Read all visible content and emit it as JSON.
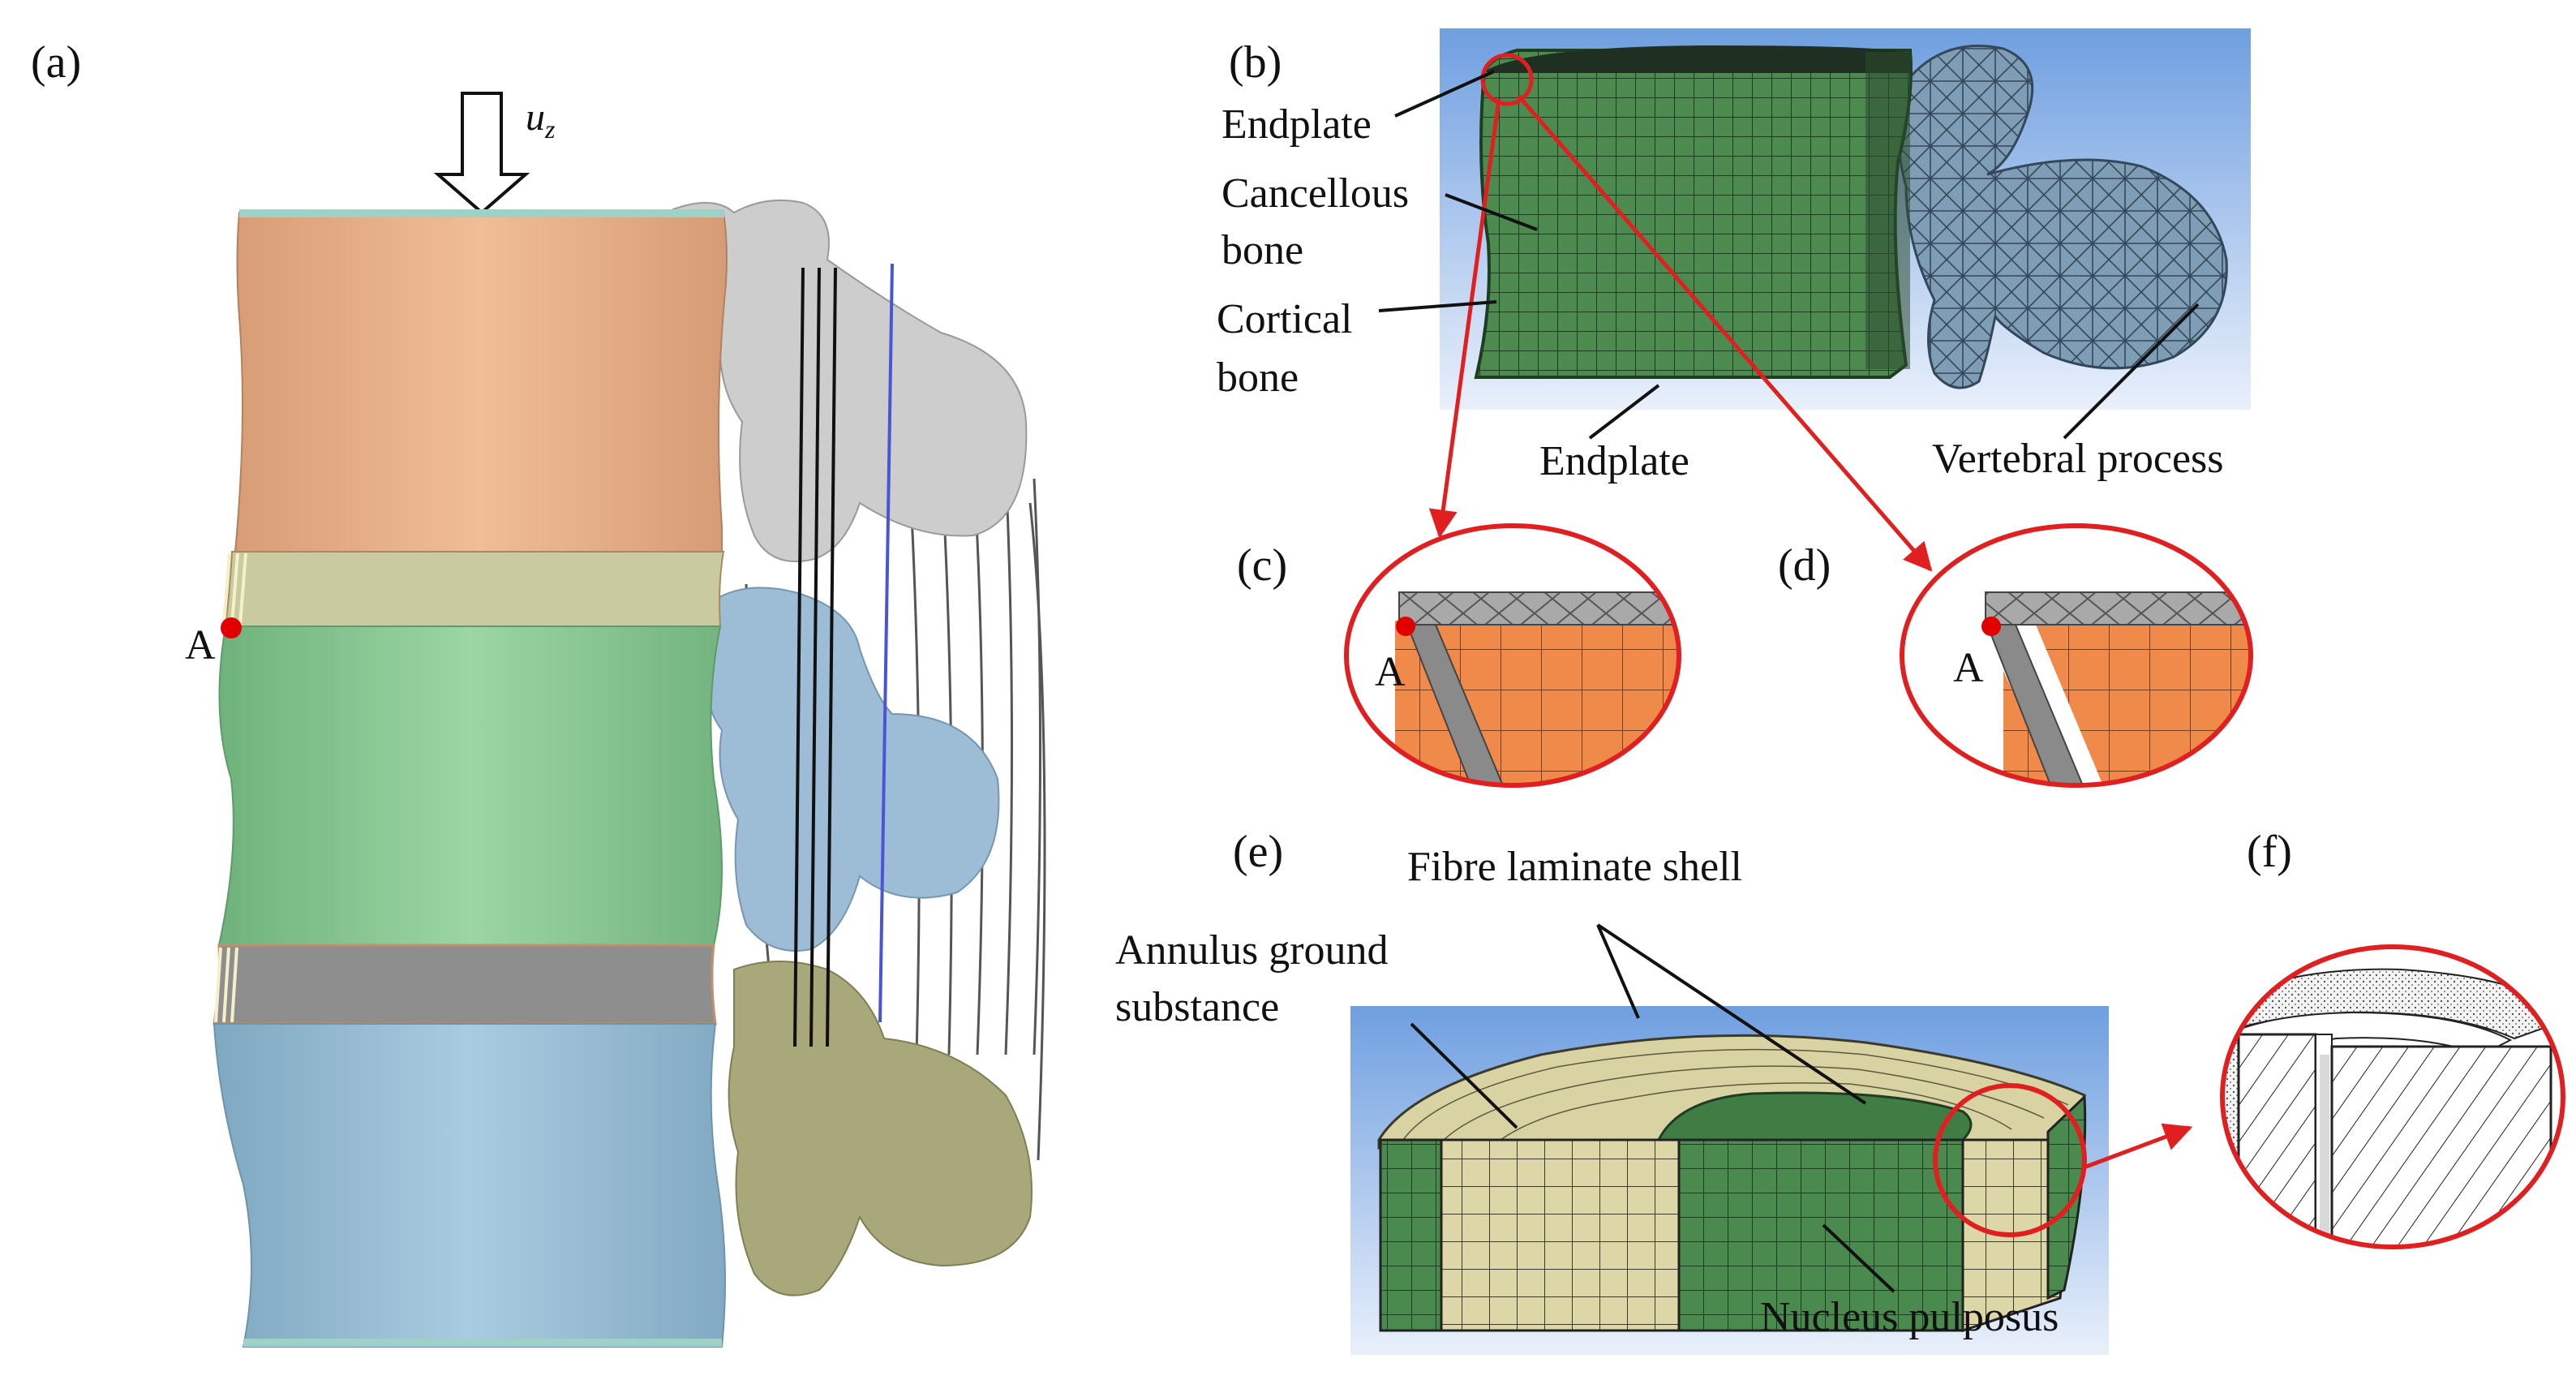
{
  "panels": {
    "a": {
      "label": "(a)",
      "load_symbol": "u",
      "load_subscript": "z",
      "point_label": "A"
    },
    "b": {
      "label": "(b)",
      "callouts": {
        "endplate_top": "Endplate",
        "cancellous_line1": "Cancellous",
        "cancellous_line2": "bone",
        "cortical_line1": "Cortical",
        "cortical_line2": "bone",
        "endplate_bottom": "Endplate",
        "vertebral_process": "Vertebral process"
      }
    },
    "c": {
      "label": "(c)",
      "point_label": "A"
    },
    "d": {
      "label": "(d)",
      "point_label": "A"
    },
    "e": {
      "label": "(e)",
      "callouts": {
        "fibre_shell": "Fibre laminate shell",
        "annulus_line1": "Annulus ground",
        "annulus_line2": "substance",
        "nucleus": "Nucleus pulposus"
      }
    },
    "f": {
      "label": "(f)"
    }
  },
  "colors": {
    "vertebra_top": "#e8b48e",
    "vertebra_middle": "#93cf9c",
    "vertebra_bottom": "#9ec2d6",
    "disc_upper": "#c9caa0",
    "disc_lower": "#8e8e8e",
    "process_top": "#cfcfcf",
    "process_middle": "#9dbcd6",
    "process_bottom": "#a8a87a",
    "mesh_green": "#4f8a4f",
    "mesh_tan": "#ddd6a6",
    "panel_bg_blue": "#8fb4e8",
    "detail_orange": "#f08a4b",
    "detail_grey": "#9a9a9a",
    "highlight_red": "#e02020",
    "point_red": "#e00000"
  }
}
